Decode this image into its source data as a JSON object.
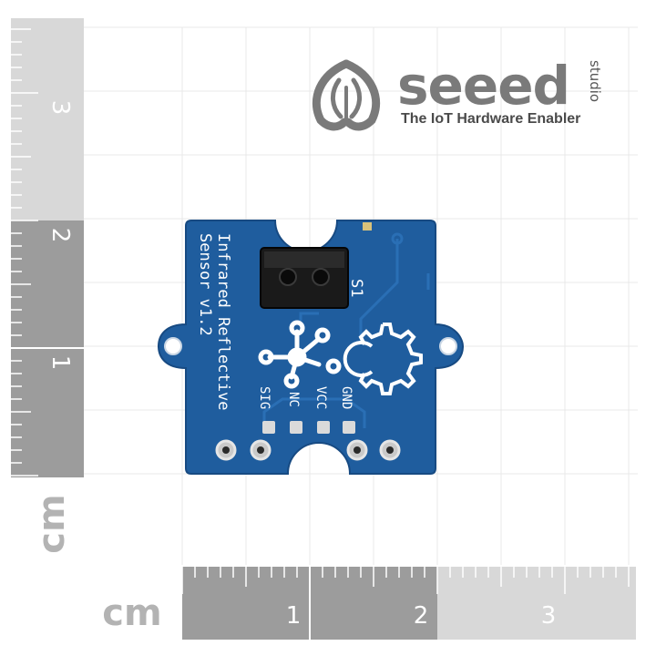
{
  "logo": {
    "brand": "seeed",
    "sub": "studio",
    "tagline": "The IoT Hardware Enabler"
  },
  "board": {
    "title_line1": "Infrared Reflective",
    "title_line2": "Sensor v1.2",
    "component_label": "S1",
    "pins": [
      "SIG",
      "NC",
      "VCC",
      "GND"
    ]
  },
  "rulers": {
    "unit": "cm",
    "vertical_numbers": [
      "3",
      "2",
      "1"
    ],
    "horizontal_numbers": [
      "1",
      "2",
      "3"
    ]
  },
  "colors": {
    "pcb": "#1f5d9e",
    "pcb_edge": "#174a82",
    "ruler_dark": "#9b9b9b",
    "ruler_light": "#d6d6d6",
    "grid": "#e6e6e6",
    "sensor": "#111111",
    "logo_gray": "#7a7a7a"
  }
}
